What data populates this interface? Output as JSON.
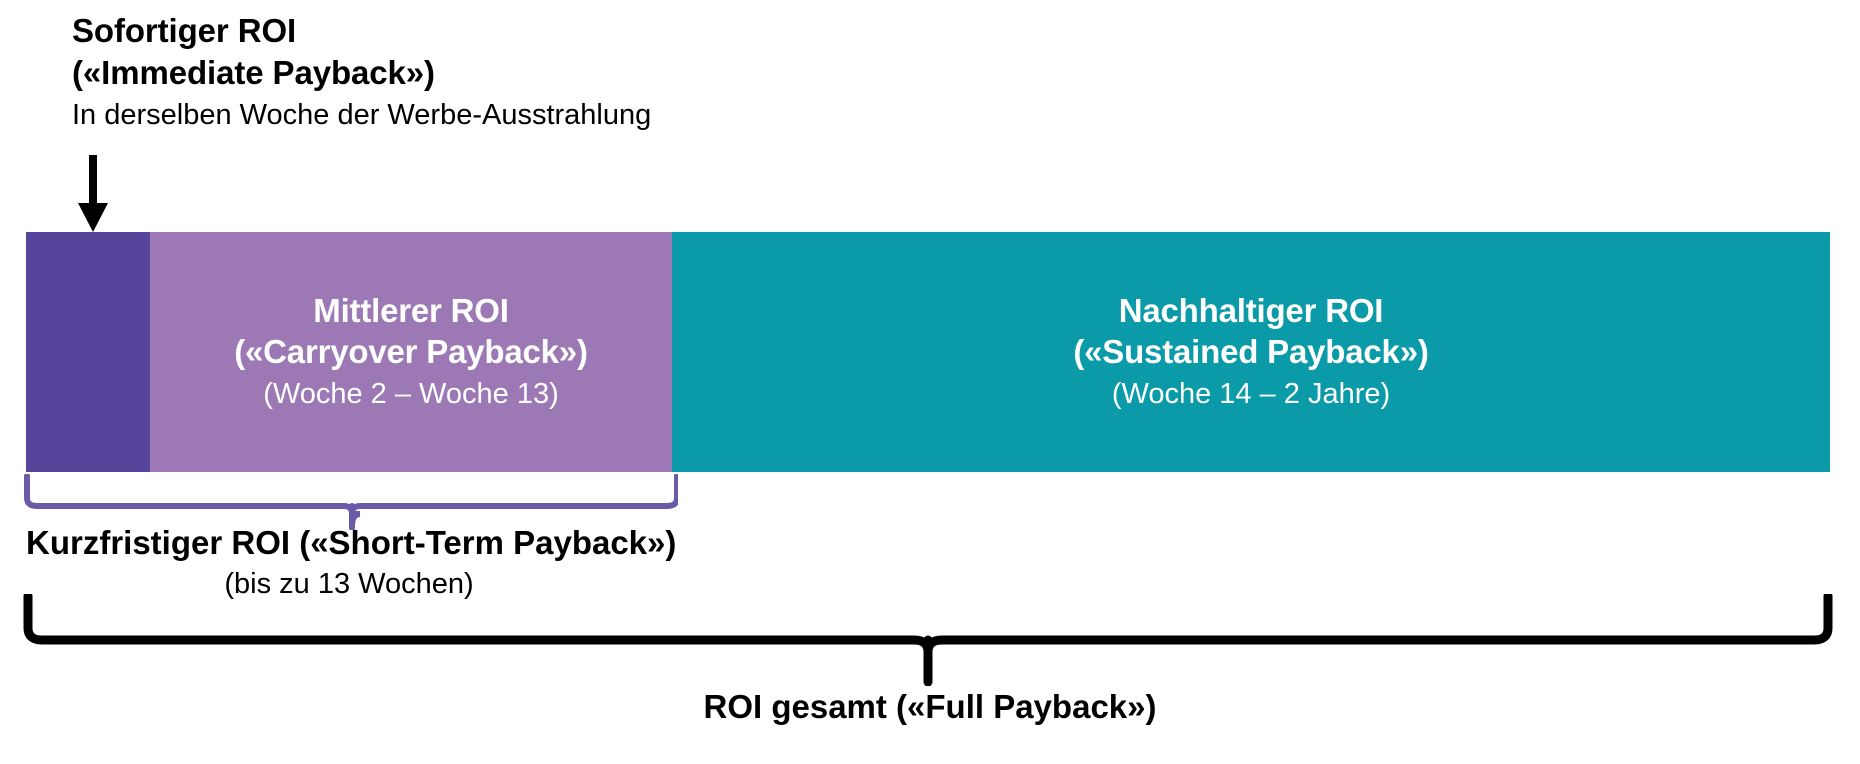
{
  "diagram": {
    "title_concept": "ROI Payback Zeithorizonte",
    "colors": {
      "immediate": "#57449b",
      "carryover": "#9c79b5",
      "sustained": "#0a9aa8",
      "short_term_bracket": "#6b5aa8",
      "full_bracket": "#000000",
      "arrow": "#000000",
      "bar_text": "#ffffff",
      "background": "#ffffff"
    }
  },
  "immediate_annotation": {
    "title_line1": "Sofortiger ROI",
    "title_line2": "(«Immediate Payback»)",
    "subtitle": "In derselben Woche der Werbe-Ausstrahlung",
    "arrow": "down-arrow"
  },
  "bar_segments": [
    {
      "id": "immediate",
      "line1": "",
      "line2": "",
      "line3": "",
      "color": "#57449b"
    },
    {
      "id": "carryover",
      "line1": "Mittlerer ROI",
      "line2": "(«Carryover Payback»)",
      "line3": "(Woche 2 – Woche 13)",
      "color": "#9c79b5"
    },
    {
      "id": "sustained",
      "line1": "Nachhaltiger ROI",
      "line2": "(«Sustained Payback»)",
      "line3": "(Woche 14 – 2 Jahre)",
      "color": "#0a9aa8"
    }
  ],
  "short_term": {
    "title": "Kurzfristiger ROI («Short-Term Payback»)",
    "subtitle": "(bis zu 13 Wochen)",
    "bracket": "curly-brace-purple"
  },
  "full_payback": {
    "title": "ROI gesamt («Full Payback»)",
    "bracket": "curly-brace-black"
  }
}
